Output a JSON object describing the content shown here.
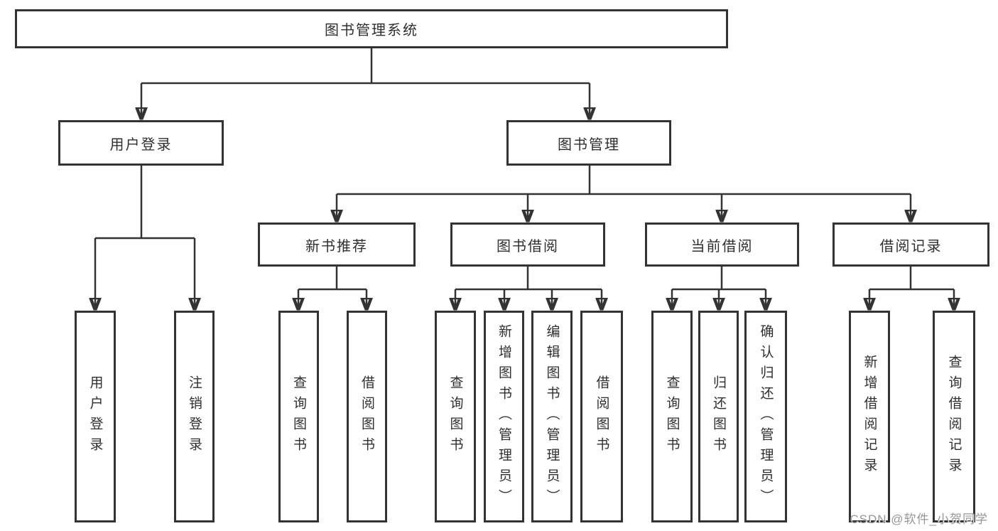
{
  "diagram": {
    "title": "图书管理系统",
    "root": {
      "label": "图书管理系统"
    },
    "level2": [
      {
        "label": "用户登录"
      },
      {
        "label": "图书管理"
      }
    ],
    "level3": [
      {
        "label": "新书推荐",
        "parent": "图书管理"
      },
      {
        "label": "图书借阅",
        "parent": "图书管理"
      },
      {
        "label": "当前借阅",
        "parent": "图书管理"
      },
      {
        "label": "借阅记录",
        "parent": "图书管理"
      }
    ],
    "leaves": [
      {
        "label": "用户登录",
        "parent": "用户登录"
      },
      {
        "label": "注销登录",
        "parent": "用户登录"
      },
      {
        "label": "查询图书",
        "parent": "新书推荐"
      },
      {
        "label": "借阅图书",
        "parent": "新书推荐"
      },
      {
        "label": "查询图书",
        "parent": "图书借阅"
      },
      {
        "label": "新增图书（管理员）",
        "parent": "图书借阅"
      },
      {
        "label": "编辑图书（管理员）",
        "parent": "图书借阅"
      },
      {
        "label": "借阅图书",
        "parent": "图书借阅"
      },
      {
        "label": "查询图书",
        "parent": "当前借阅"
      },
      {
        "label": "归还图书",
        "parent": "当前借阅"
      },
      {
        "label": "确认归还（管理员）",
        "parent": "当前借阅"
      },
      {
        "label": "新增借阅记录",
        "parent": "借阅记录"
      },
      {
        "label": "查询借阅记录",
        "parent": "借阅记录"
      }
    ]
  },
  "watermark": {
    "text": "CSDN @软件_小贺同学"
  },
  "colors": {
    "line": "#333333",
    "box_border": "#333333",
    "text": "#2f2f2f",
    "watermark": "#969696",
    "background": "#ffffff"
  }
}
